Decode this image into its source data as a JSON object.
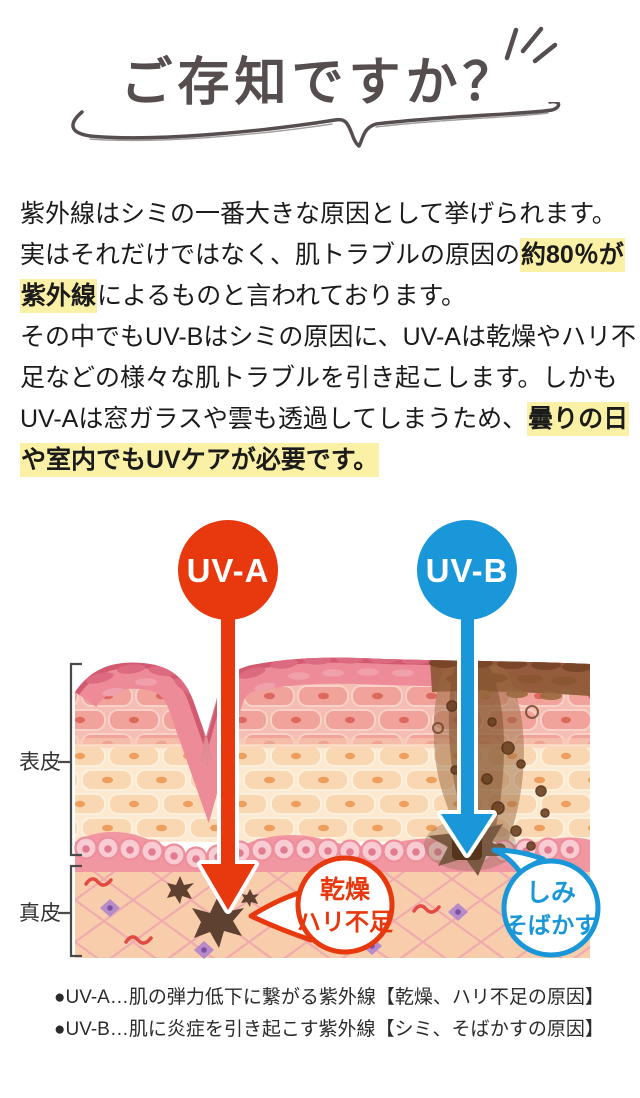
{
  "header": {
    "title": "ご存知ですか？"
  },
  "intro": {
    "line1": "紫外線はシミの一番大きな原因として挙げられます。",
    "line2_pre": "実はそれだけではなく、肌トラブルの原因の",
    "line2_hl": "約80％が",
    "line3_hl": "紫外線",
    "line3_post": "によるものと言われております。",
    "line4": "その中でもUV-Bはシミの原因に、UV-Aは乾燥やハリ不",
    "line5": "足などの様々な肌トラブルを引き起こします。しかも",
    "line6_pre": "UV-Aは窓ガラスや雲も透過してしまうため、",
    "line6_hl": "曇りの日",
    "line7_hl": "や室内でもUVケアが必要です。"
  },
  "diagram": {
    "uva_label": "UV-A",
    "uvb_label": "UV-B",
    "epidermis_label": "表皮",
    "dermis_label": "真皮",
    "uva_bubble": {
      "line1": "乾燥",
      "line2": "ハリ不足"
    },
    "uvb_bubble": {
      "line1": "しみ",
      "line2": "そばかす"
    }
  },
  "notes": {
    "uva": "●UV-A…肌の弾力低下に繋がる紫外線【乾燥、ハリ不足の原因】",
    "uvb": "●UV-B…肌に炎症を引き起こす紫外線【シミ、そばかすの原因】"
  },
  "colors": {
    "uva_red": "#e8380d",
    "uvb_blue": "#1a97d8",
    "highlight_yellow": "#faf0a6",
    "heading_gray": "#564e4e"
  }
}
